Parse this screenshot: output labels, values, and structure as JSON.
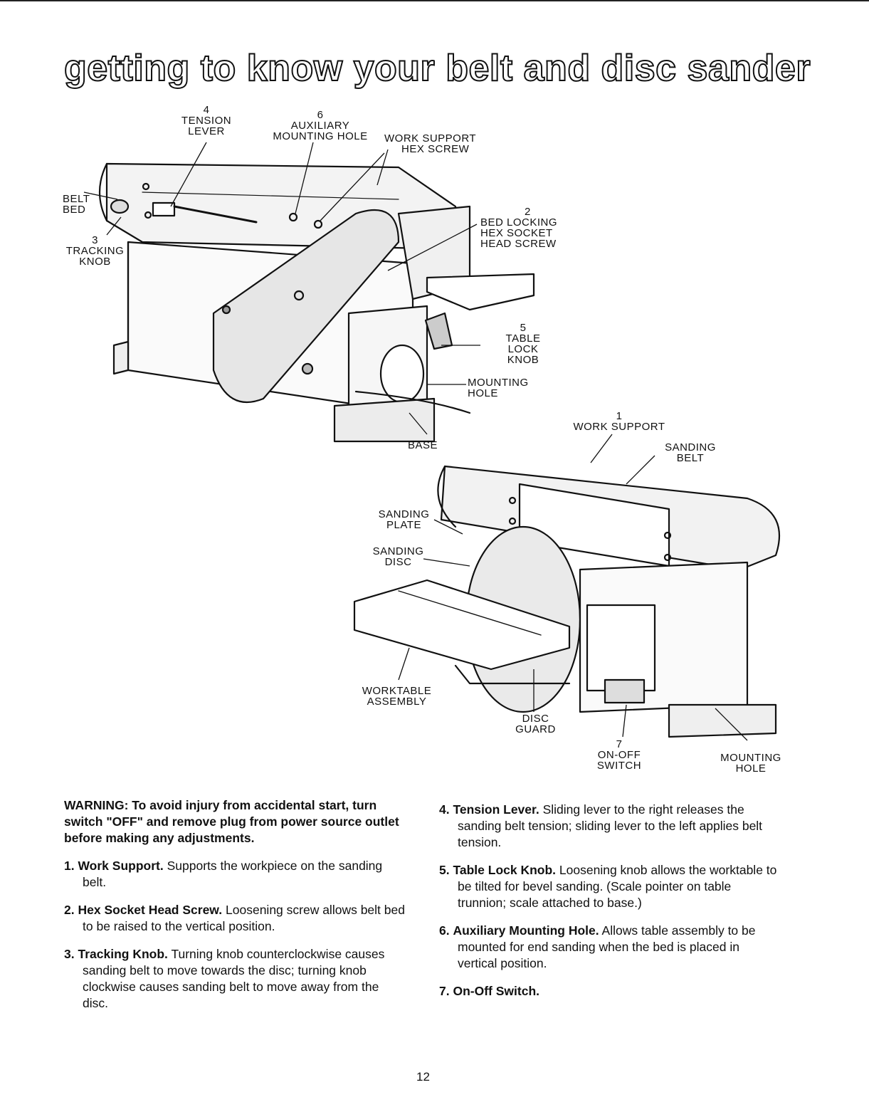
{
  "title": "getting to know your belt and disc sander",
  "labels": {
    "tension_lever": [
      "4",
      "TENSION",
      "LEVER"
    ],
    "aux_mounting_hole": [
      "6",
      "AUXILIARY",
      "MOUNTING HOLE"
    ],
    "work_support_hex_screw": [
      "WORK SUPPORT",
      "HEX SCREW"
    ],
    "belt_bed": [
      "BELT",
      "BED"
    ],
    "tracking_knob": [
      "3",
      "TRACKING",
      "KNOB"
    ],
    "bed_locking_screw": [
      "2",
      "BED LOCKING",
      "HEX SOCKET",
      "HEAD SCREW"
    ],
    "table_lock_knob": [
      "5",
      "TABLE LOCK",
      "KNOB"
    ],
    "mounting_hole_upper": [
      "MOUNTING",
      "HOLE"
    ],
    "base": [
      "BASE"
    ],
    "work_support": [
      "1",
      "WORK SUPPORT"
    ],
    "sanding_belt": [
      "SANDING",
      "BELT"
    ],
    "sanding_plate": [
      "SANDING",
      "PLATE"
    ],
    "sanding_disc": [
      "SANDING",
      "DISC"
    ],
    "worktable_assembly": [
      "WORKTABLE",
      "ASSEMBLY"
    ],
    "disc_guard": [
      "DISC",
      "GUARD"
    ],
    "on_off_switch": [
      "7",
      "ON-OFF",
      "SWITCH"
    ],
    "mounting_hole_lower": [
      "MOUNTING",
      "HOLE"
    ]
  },
  "warning": "WARNING: To avoid injury from accidental start, turn switch \"OFF\" and remove plug from power source outlet before making any adjustments.",
  "items": [
    {
      "num": "1.",
      "term": "Work Support.",
      "text": "Supports the workpiece on the sanding belt."
    },
    {
      "num": "2.",
      "term": "Hex Socket Head Screw.",
      "text": "Loosening screw allows belt bed to be raised to the vertical position."
    },
    {
      "num": "3.",
      "term": "Tracking Knob.",
      "text": "Turning knob counterclockwise causes sanding belt to move towards the disc; turning knob clockwise causes sanding belt to move away from the disc."
    },
    {
      "num": "4.",
      "term": "Tension Lever.",
      "text": "Sliding lever to the right releases the sanding belt tension; sliding lever to the left applies belt tension."
    },
    {
      "num": "5.",
      "term": "Table Lock Knob.",
      "text": "Loosening knob allows the worktable to be tilted for bevel sanding. (Scale pointer on table trunnion; scale attached to base.)"
    },
    {
      "num": "6.",
      "term": "Auxiliary Mounting Hole.",
      "text": "Allows table assembly to be mounted for end sanding when the bed is placed in vertical position."
    },
    {
      "num": "7.",
      "term": "On-Off Switch.",
      "text": ""
    }
  ],
  "page_number": "12"
}
